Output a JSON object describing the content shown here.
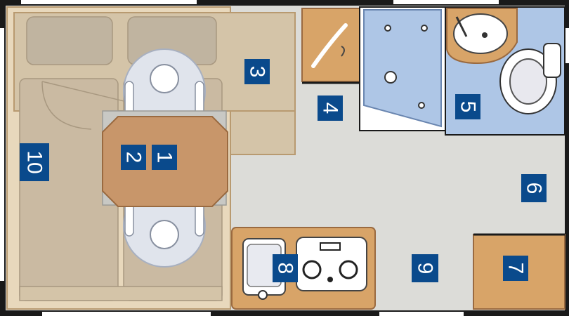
{
  "diagram": {
    "colors": {
      "floor": "#dcdcd8",
      "seating": "#d4c4a8",
      "wood": "#d8a468",
      "shower": "#aec6e6",
      "marker": "#0a4a8c",
      "wall": "#1a1a1a",
      "window": "#ffffff"
    },
    "markers": [
      {
        "id": "marker-1",
        "label": "1"
      },
      {
        "id": "marker-2",
        "label": "2"
      },
      {
        "id": "marker-3",
        "label": "3"
      },
      {
        "id": "marker-4",
        "label": "4"
      },
      {
        "id": "marker-5",
        "label": "5"
      },
      {
        "id": "marker-6",
        "label": "6"
      },
      {
        "id": "marker-7",
        "label": "7"
      },
      {
        "id": "marker-8",
        "label": "8"
      },
      {
        "id": "marker-9",
        "label": "9"
      },
      {
        "id": "marker-10",
        "label": "10"
      }
    ]
  }
}
